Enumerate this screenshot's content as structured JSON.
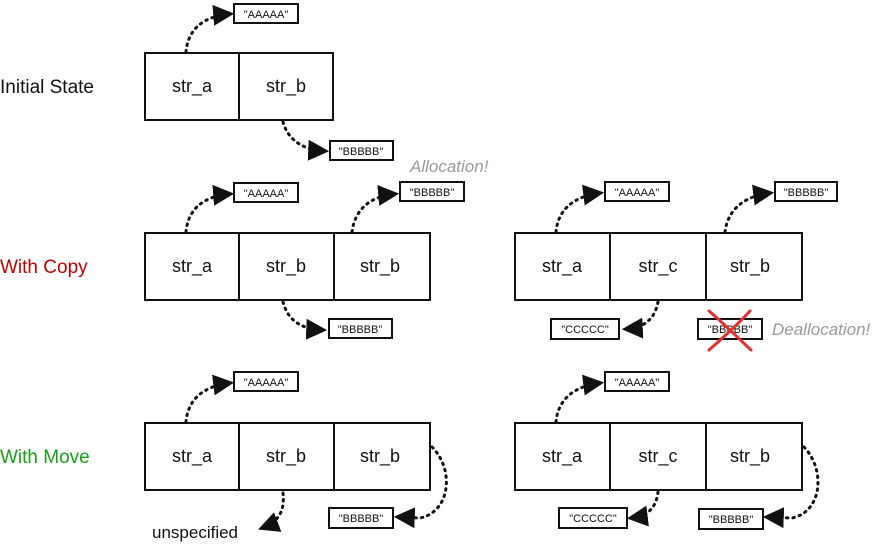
{
  "rows": [
    {
      "label": "Initial State",
      "color": "#111111"
    },
    {
      "label": "With Copy",
      "color": "#c00000"
    },
    {
      "label": "With Move",
      "color": "#17a017"
    }
  ],
  "cells": {
    "str_a": "str_a",
    "str_b": "str_b",
    "str_c": "str_c"
  },
  "tags": {
    "aaaaa": "\"AAAAA\"",
    "bbbbb": "\"BBBBB\"",
    "ccccc": "\"CCCCC\""
  },
  "annotations": {
    "allocation": "Allocation!",
    "deallocation": "Deallocation!",
    "unspecified": "unspecified"
  },
  "colors": {
    "ink": "#111111",
    "note": "#9a9a9a",
    "cross": "#e03030"
  }
}
